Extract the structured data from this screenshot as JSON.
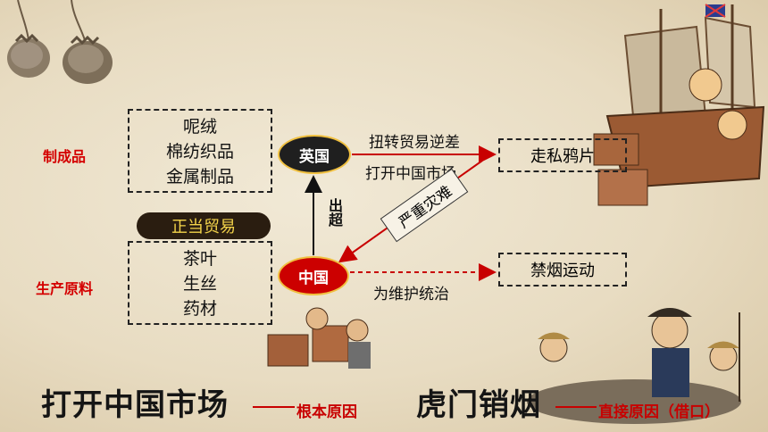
{
  "left": {
    "manufactured_label": "制成品",
    "manufactured_items": [
      "呢绒",
      "棉纺织品",
      "金属制品"
    ],
    "raw_label": "生产原料",
    "raw_items": [
      "茶叶",
      "生丝",
      "药材"
    ],
    "legit_trade_badge": "正当贸易"
  },
  "nodes": {
    "britain": "英国",
    "china": "中国"
  },
  "arrows": {
    "britain_goal_1": "扭转贸易逆差",
    "britain_goal_2": "打开中国市场",
    "export_surplus": "出超",
    "disaster": "严重灾难",
    "china_goal": "为维护统治"
  },
  "right": {
    "smuggling": "走私鸦片",
    "ban_movement": "禁烟运动"
  },
  "bottom": {
    "root_cause_main": "打开中国市场",
    "root_cause_note": "根本原因",
    "direct_cause_main": "虎门销烟",
    "direct_cause_note": "直接原因（借口）"
  },
  "colors": {
    "accent_red": "#c80000",
    "node_dark": "#1f1f1f",
    "node_red": "#cc0000",
    "badge_bg": "#2a1d10",
    "badge_text": "#f3d34a"
  }
}
